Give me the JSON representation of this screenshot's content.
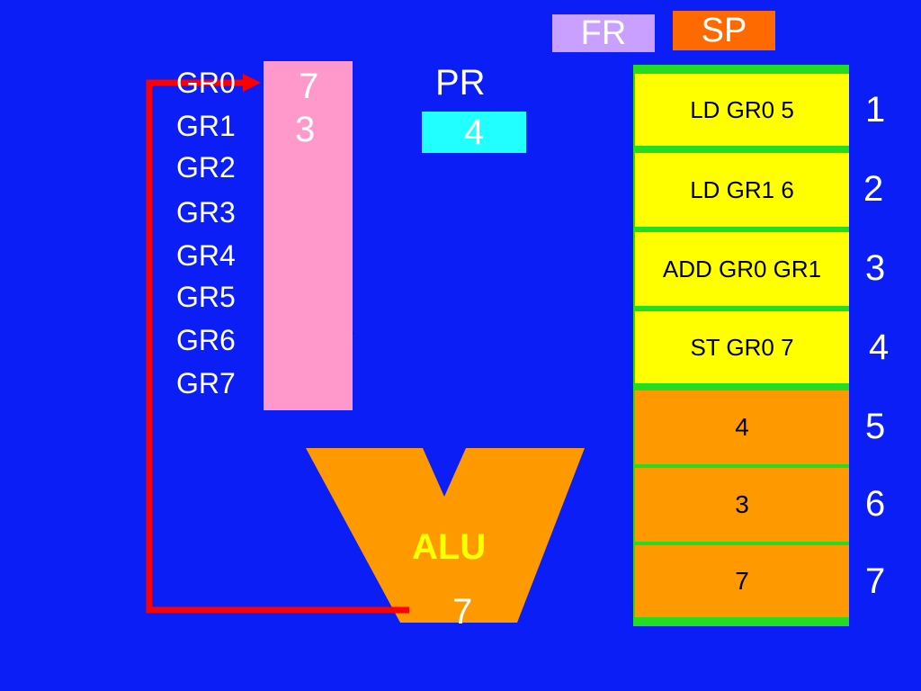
{
  "colors": {
    "background": "#0a1ef5",
    "fr_box": "#c9a0ff",
    "sp_box": "#ff6a00",
    "register_panel": "#ff99cc",
    "pr_box": "#22ffff",
    "program_cell": "#ffff00",
    "data_cell": "#ff9900",
    "memory_border": "#22dd22",
    "alu": "#ff9900",
    "alu_label": "#ffff00",
    "arrow": "#ff0000",
    "dotted_line": "#0000cc"
  },
  "flags": {
    "fr_label": "FR",
    "sp_label": "SP"
  },
  "registers": {
    "labels": [
      "GR0",
      "GR1",
      "GR2",
      "GR3",
      "GR4",
      "GR5",
      "GR6",
      "GR7"
    ],
    "gr0_value": "7",
    "gr1_value": "3"
  },
  "program_register": {
    "label": "PR",
    "value": "4"
  },
  "memory": {
    "cells": [
      {
        "address": "1",
        "content": "LD GR0 5"
      },
      {
        "address": "2",
        "content": "LD GR1 6"
      },
      {
        "address": "3",
        "content": "ADD GR0 GR1"
      },
      {
        "address": "4",
        "content": "ST GR0 7"
      },
      {
        "address": "5",
        "content": "4"
      },
      {
        "address": "6",
        "content": "3"
      },
      {
        "address": "7",
        "content": "7"
      }
    ]
  },
  "alu": {
    "label": "ALU",
    "result": "7"
  },
  "icons": {
    "arrow": "arrow-right-icon",
    "alu_shape": "v-shape"
  }
}
